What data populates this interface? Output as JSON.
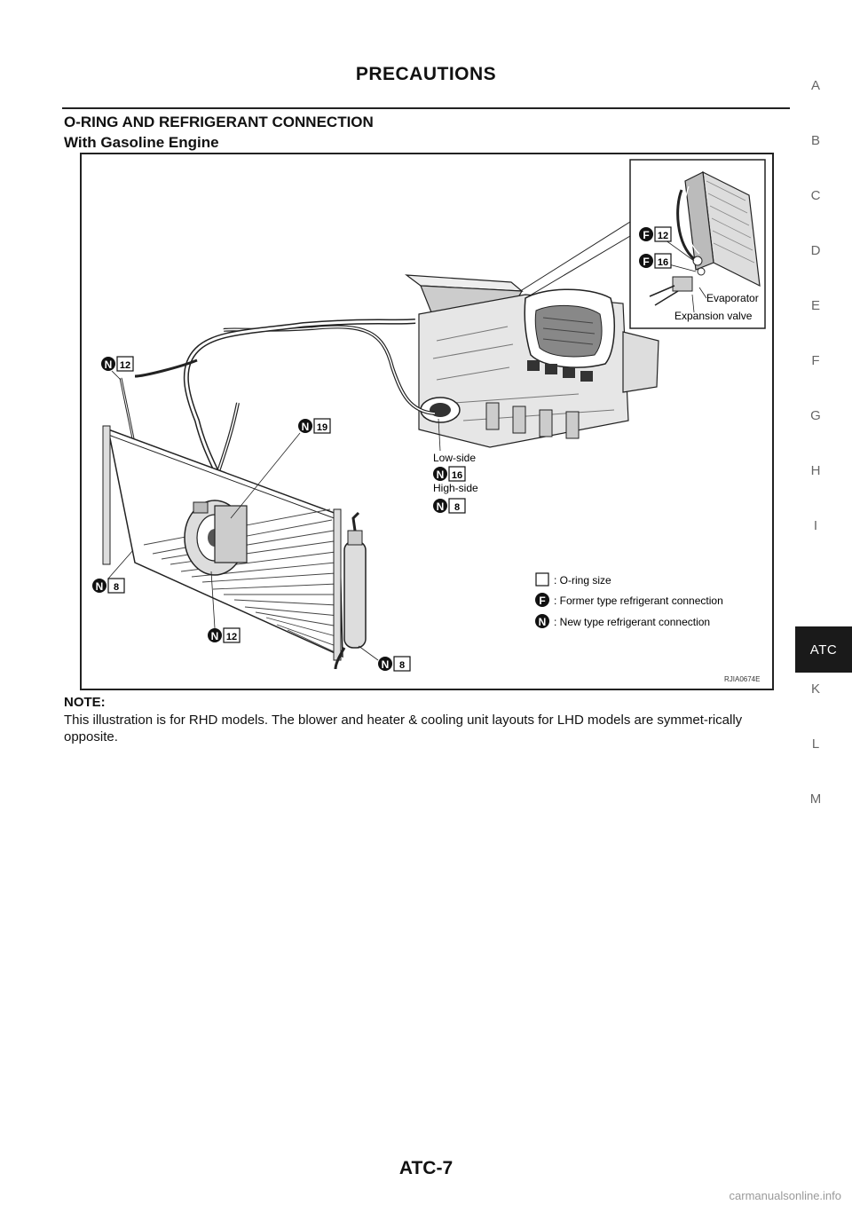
{
  "header": {
    "title": "PRECAUTIONS"
  },
  "section": {
    "heading": "O-RING AND REFRIGERANT CONNECTION",
    "subheading": "With Gasoline Engine"
  },
  "figure": {
    "labels": {
      "n12_top": "12",
      "n19": "19",
      "n8_left": "8",
      "n12_bottom": "12",
      "n8_bottom": "8",
      "low_side": "Low-side",
      "n16": "16",
      "high_side": "High-side",
      "n8_mid": "8",
      "f12": "12",
      "f16": "16",
      "evaporator": "Evaporator",
      "expansion_valve": "Expansion valve",
      "n_letter": "N",
      "f_letter": "F"
    },
    "legend": {
      "oring": ": O-ring size",
      "former": ": Former type refrigerant connection",
      "new": ": New type refrigerant connection"
    },
    "code": "RJIA0674E"
  },
  "note": {
    "label": "NOTE:",
    "text": "This illustration is for RHD models. The blower and heater & cooling unit layouts for LHD models are symmet-rically opposite."
  },
  "side_index": {
    "letters": [
      "A",
      "B",
      "C",
      "D",
      "E",
      "F",
      "G",
      "H",
      "I"
    ],
    "active": "ATC",
    "letters_after": [
      "K",
      "L",
      "M"
    ]
  },
  "footer": {
    "page_number": "ATC-7"
  },
  "watermark": "carmanualsonline.info"
}
